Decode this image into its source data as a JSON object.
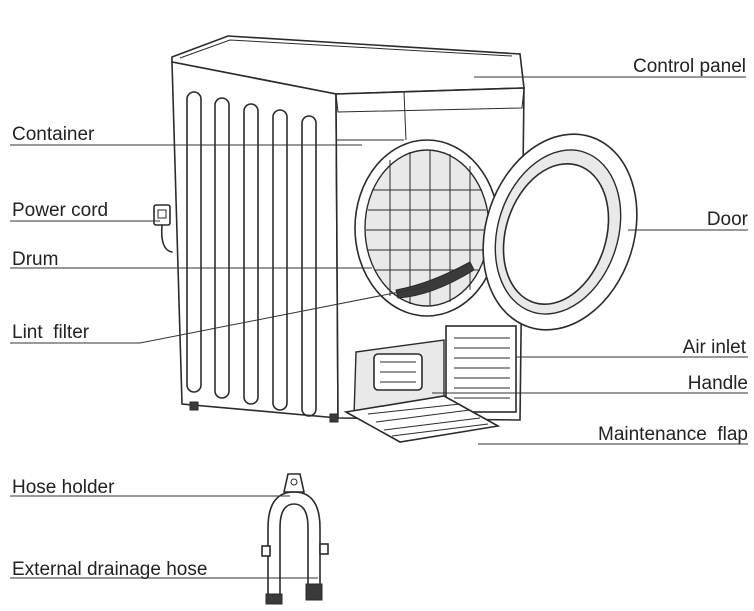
{
  "labels": {
    "control_panel": "Control panel",
    "container": "Container",
    "power_cord": "Power cord",
    "door": "Door",
    "drum": "Drum",
    "lint_filter": "Lint  filter",
    "air_inlet": "Air inlet",
    "handle": "Handle",
    "maintenance_flap": "Maintenance  flap",
    "hose_holder": "Hose holder",
    "external_drainage_hose": "External drainage hose"
  },
  "icons": {
    "dryer": "tumble-dryer-illustration",
    "hose": "drainage-hose-illustration"
  }
}
